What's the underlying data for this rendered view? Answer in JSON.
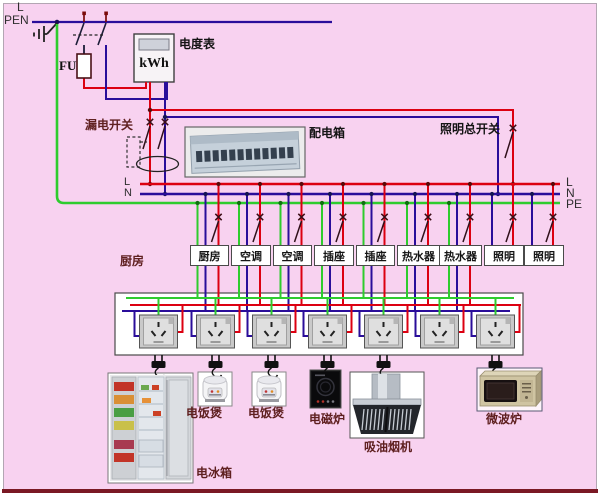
{
  "supply": {
    "l": "L",
    "pen": "PEN",
    "fuse": "FU",
    "meter_label": "电度表",
    "meter_unit": "kWh"
  },
  "controls": {
    "leakage_switch": "漏电开关",
    "distribution_box": "配电箱",
    "lighting_main_switch": "照明总开关"
  },
  "bus_labels": {
    "left_l": "L",
    "left_n": "N",
    "right_l": "L",
    "right_n": "N",
    "right_pe": "PE"
  },
  "room_label": "厨房",
  "branches": [
    {
      "label": "厨房"
    },
    {
      "label": "空调"
    },
    {
      "label": "空调"
    },
    {
      "label": "插座"
    },
    {
      "label": "插座"
    },
    {
      "label": "热水器"
    },
    {
      "label": "热水器"
    },
    {
      "label": "照明"
    },
    {
      "label": "照明"
    }
  ],
  "appliances": [
    {
      "label": "电冰箱"
    },
    {
      "label": "电饭煲"
    },
    {
      "label": "电饭煲"
    },
    {
      "label": "电磁炉"
    },
    {
      "label": "吸油烟机"
    },
    {
      "label": "微波炉"
    }
  ],
  "colors": {
    "background": "#f8d2f0",
    "wire_live": "#dc0011",
    "wire_neutral": "#2a0d9a",
    "wire_earth": "#2ecc2e",
    "frame_line": "#7a1824"
  }
}
